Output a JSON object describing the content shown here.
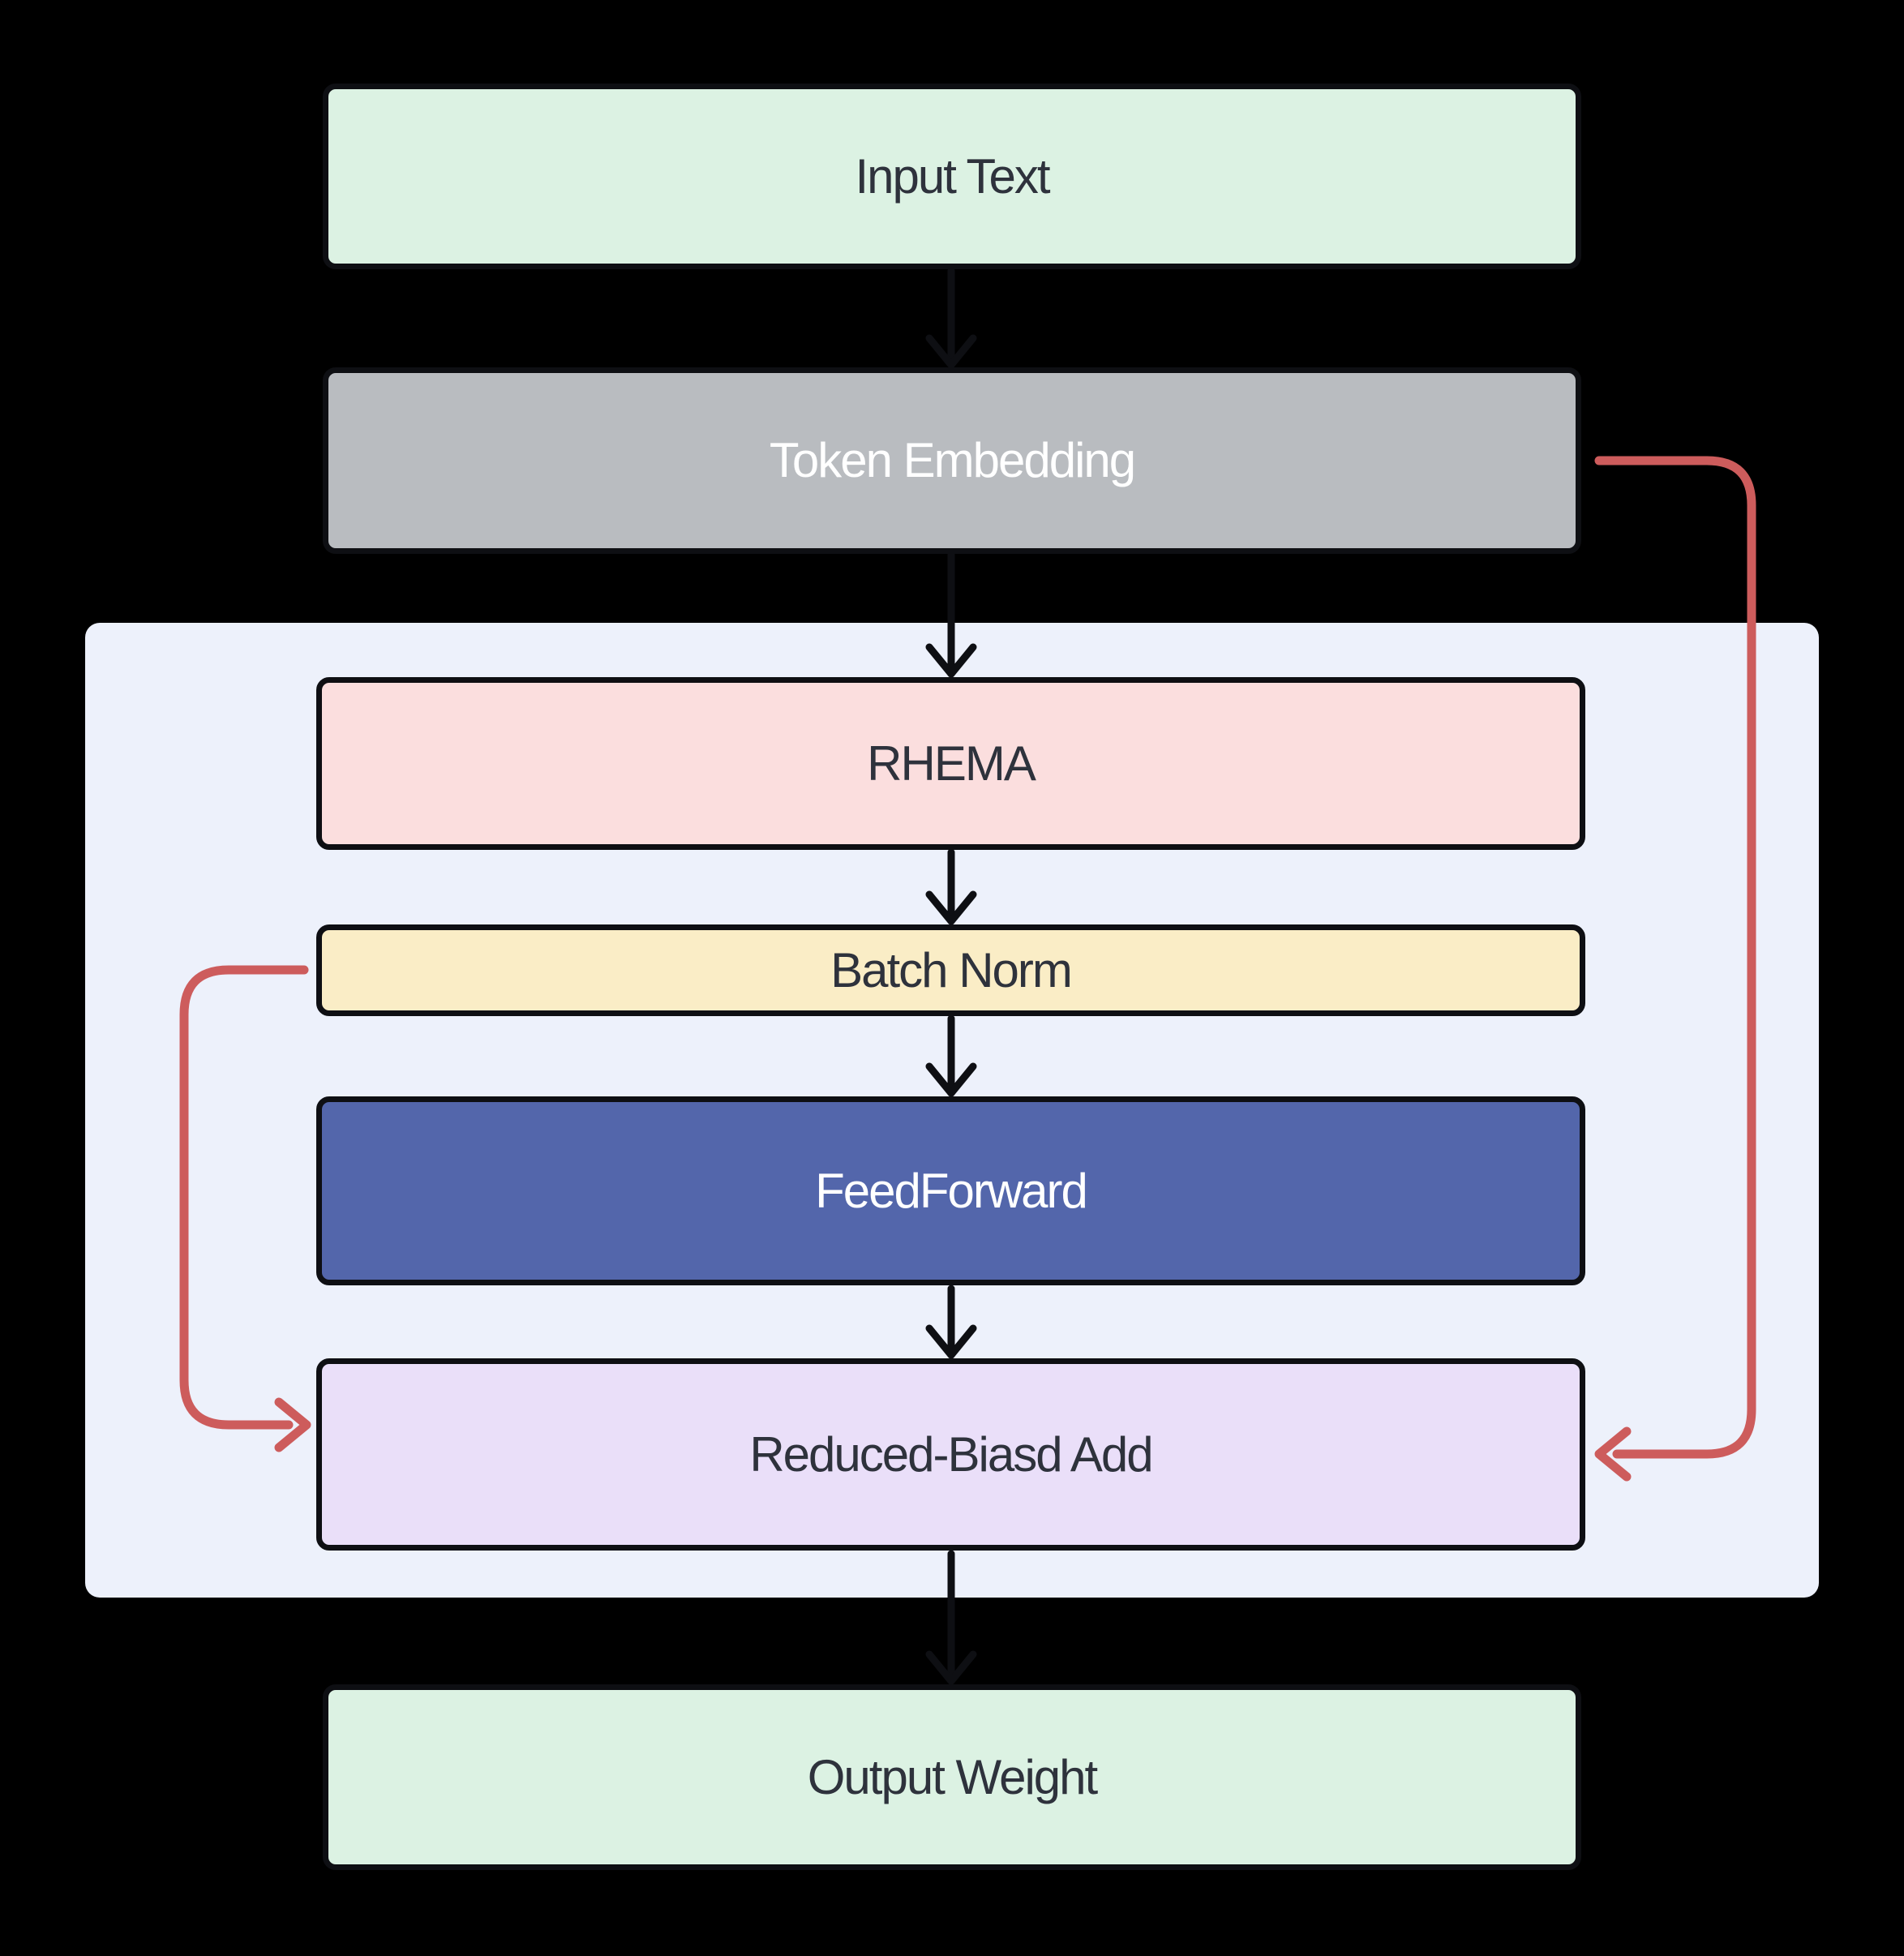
{
  "canvas": {
    "background": "#000000"
  },
  "diagram": {
    "type": "flowchart",
    "direction": "top-down",
    "block_fill": "#EDF1FB",
    "border_color": "#0E0F13",
    "edge_color": "#0E0F13",
    "residual_color": "#CD5C5C",
    "nodes": [
      {
        "id": "input",
        "label": "Input Text",
        "fill": "#DCF2E3",
        "text": "#2E323C"
      },
      {
        "id": "token",
        "label": "Token Embedding",
        "fill": "#B9BCC0",
        "text": "#FFFFFF"
      },
      {
        "id": "rhema",
        "label": "RHEMA",
        "fill": "#FBDEDE",
        "text": "#2E323C"
      },
      {
        "id": "batch",
        "label": "Batch Norm",
        "fill": "#FAEDC6",
        "text": "#2E323C"
      },
      {
        "id": "ff",
        "label": "FeedForward",
        "fill": "#5366AB",
        "text": "#FFFFFF"
      },
      {
        "id": "rba",
        "label": "Reduced-Biasd Add",
        "fill": "#EADFF9",
        "text": "#2E323C"
      },
      {
        "id": "output",
        "label": "Output Weight",
        "fill": "#DCF2E3",
        "text": "#2E323C"
      }
    ],
    "edges": [
      {
        "from": "Input Text",
        "to": "Token Embedding",
        "style": "arrow",
        "color": "black"
      },
      {
        "from": "Token Embedding",
        "to": "RHEMA",
        "style": "arrow",
        "color": "black"
      },
      {
        "from": "RHEMA",
        "to": "Batch Norm",
        "style": "arrow",
        "color": "black"
      },
      {
        "from": "Batch Norm",
        "to": "FeedForward",
        "style": "arrow",
        "color": "black"
      },
      {
        "from": "FeedForward",
        "to": "Reduced-Biasd Add",
        "style": "arrow",
        "color": "black"
      },
      {
        "from": "Reduced-Biasd Add",
        "to": "Output Weight",
        "style": "arrow",
        "color": "black"
      },
      {
        "from": "Batch Norm",
        "to": "Reduced-Biasd Add",
        "style": "residual-arrow",
        "color": "red",
        "side": "left"
      },
      {
        "from": "Token Embedding",
        "to": "Reduced-Biasd Add",
        "style": "residual-arrow",
        "color": "red",
        "side": "right"
      }
    ]
  }
}
